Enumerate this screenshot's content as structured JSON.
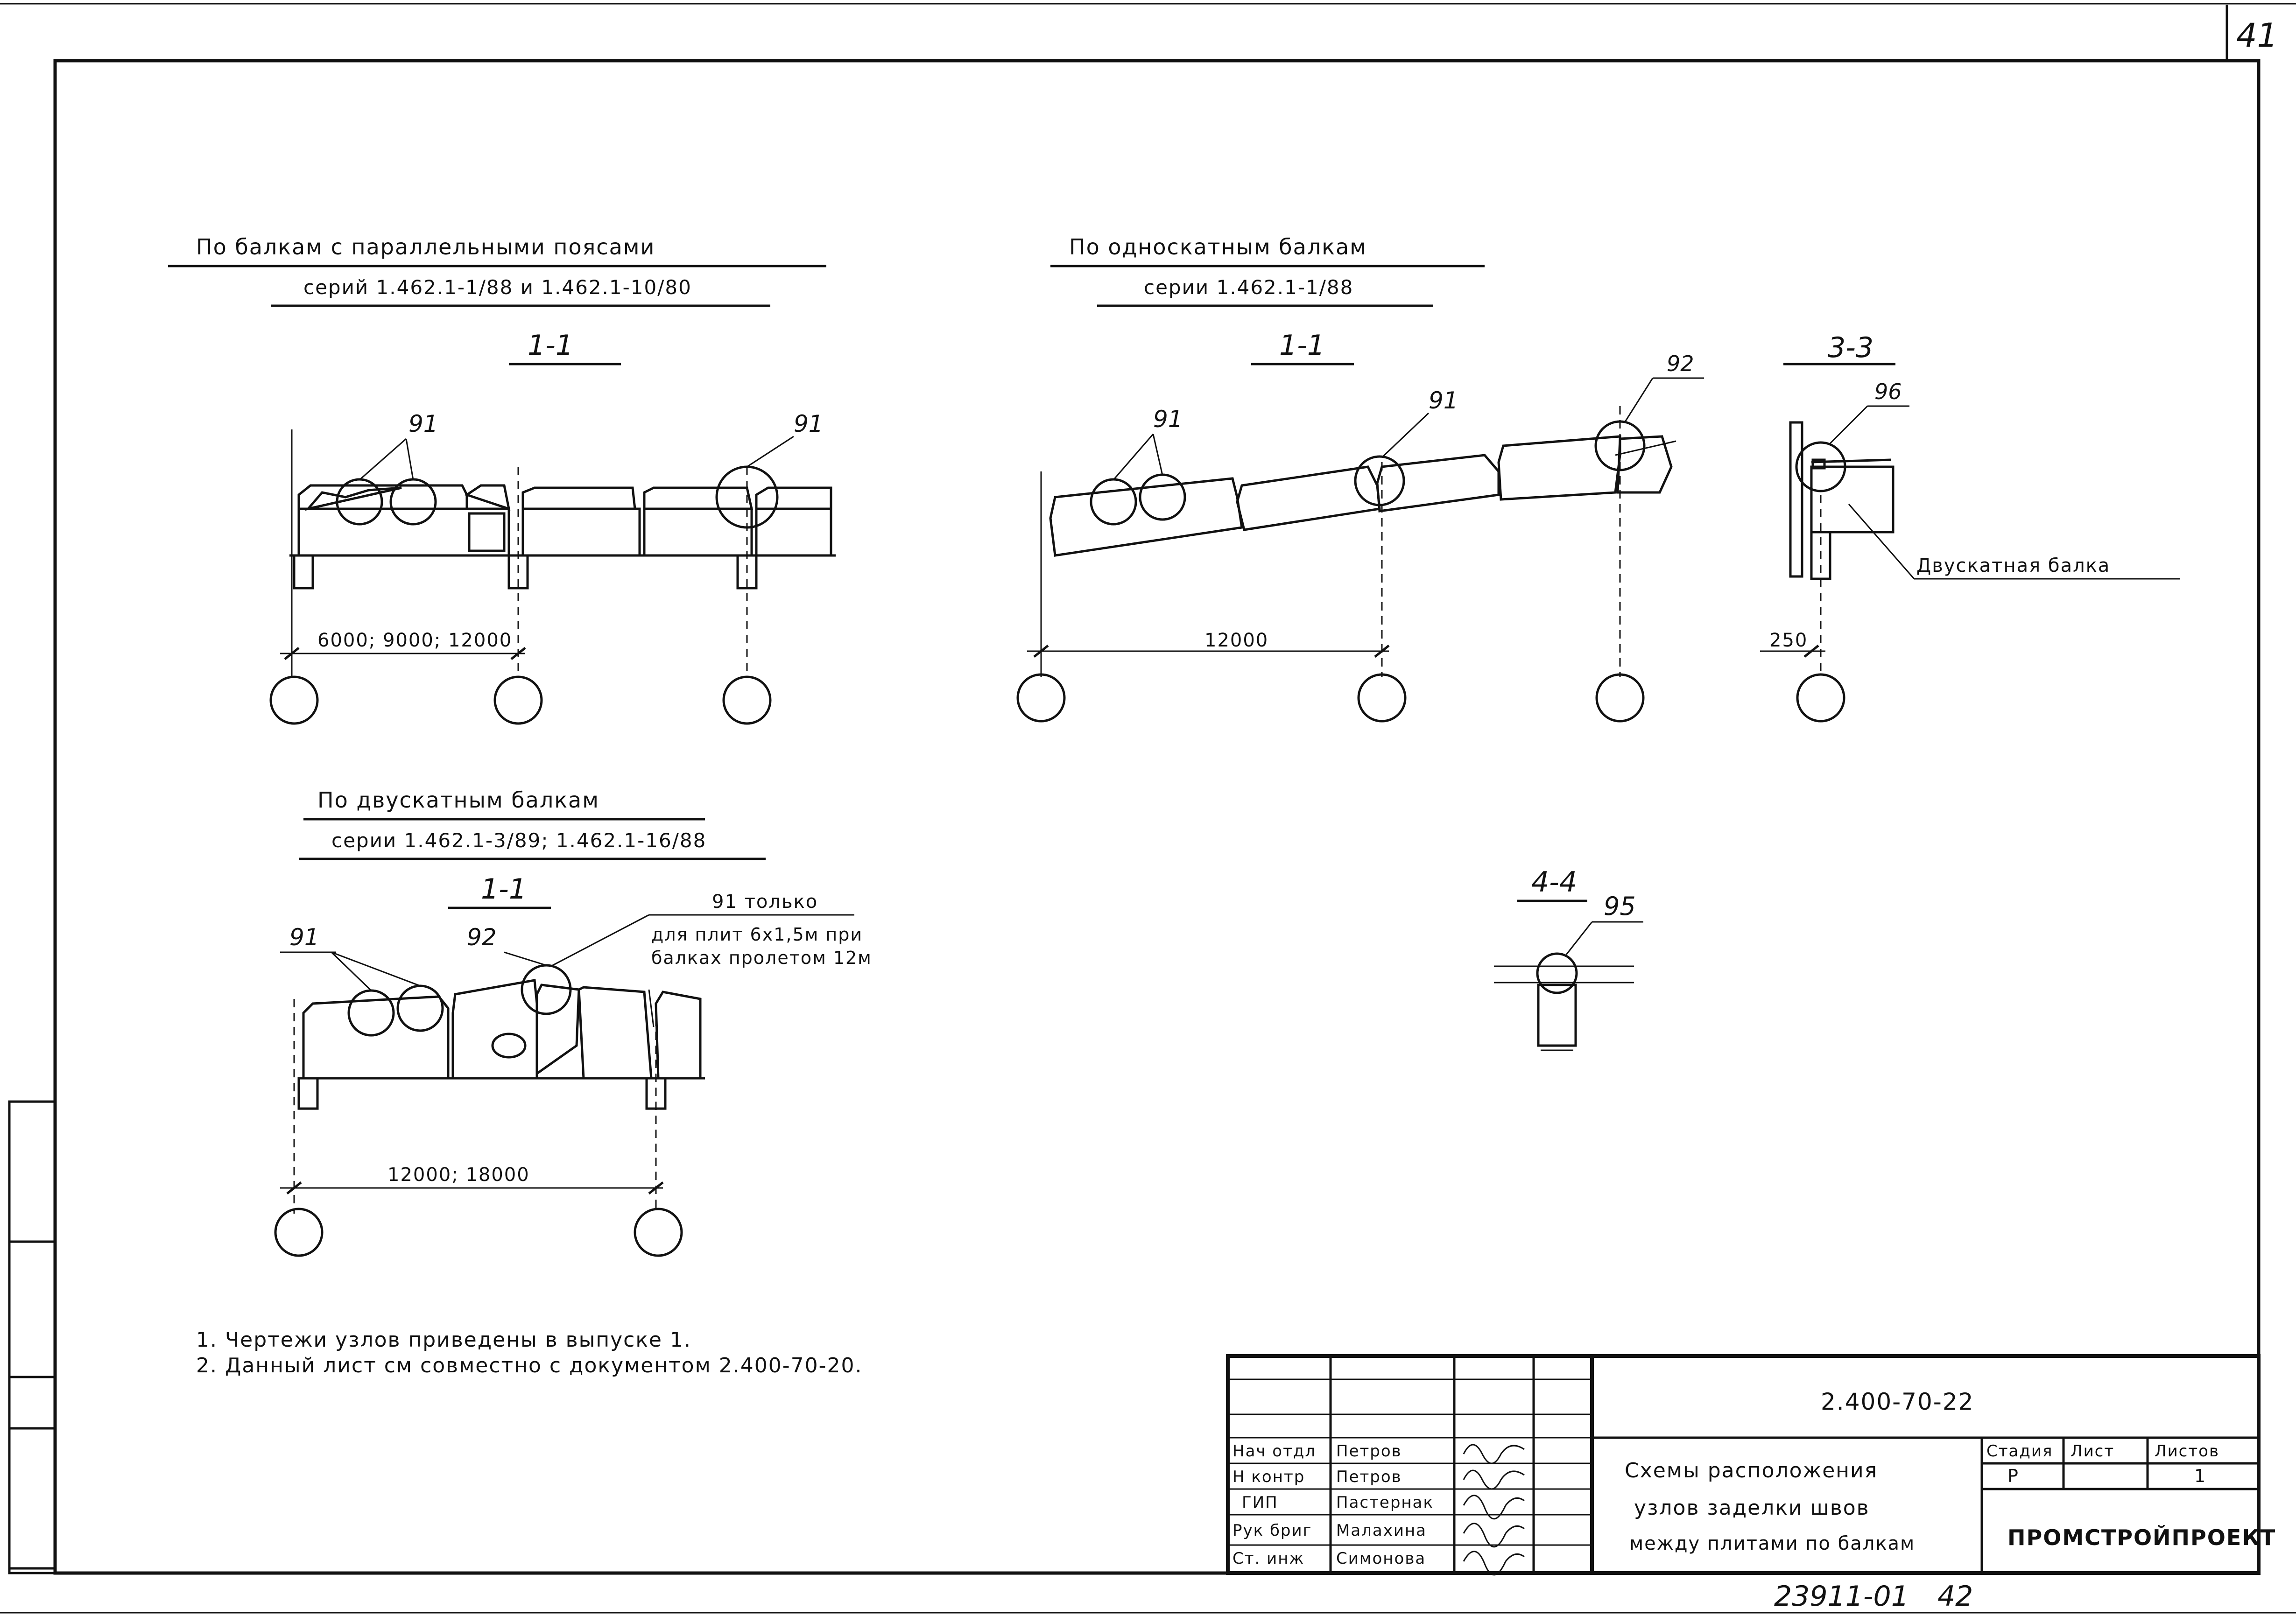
{
  "sheet": {
    "sheet_number_top": "41",
    "bottom_note": "23911-01",
    "bottom_page": "42"
  },
  "sections": {
    "parallel": {
      "title": "По балкам с параллельными поясами",
      "series": "серий 1.462.1-1/88 и 1.462.1-10/80",
      "cut": "1-1",
      "node_labels": [
        "91",
        "91"
      ],
      "span": "6000; 9000; 12000"
    },
    "single_slope": {
      "title": "По односкатным балкам",
      "series": "серии 1.462.1-1/88",
      "cut": "1-1",
      "node_labels": [
        "91",
        "91",
        "92"
      ],
      "span": "12000"
    },
    "section_3_3": {
      "cut": "3-3",
      "node_label": "96",
      "beam_label": "Двускатная балка",
      "offset": "250"
    },
    "double_slope": {
      "title": "По двускатным балкам",
      "series": "серии 1.462.1-3/89; 1.462.1-16/88",
      "cut": "1-1",
      "node_labels": [
        "91",
        "92"
      ],
      "note_title": "91 только",
      "note_line1": "для плит 6х1,5м при",
      "note_line2": "балках пролетом 12м",
      "span": "12000; 18000"
    },
    "section_4_4": {
      "cut": "4-4",
      "node_label": "95"
    }
  },
  "notes": [
    "1. Чертежи узлов приведены в выпуске 1.",
    "2. Данный лист см совместно с документом 2.400-70-20."
  ],
  "title_block": {
    "doc_code": "2.400-70-22",
    "roles": [
      "Нач отдл",
      "Н контр",
      "ГИП",
      "Рук бриг",
      "Ст. инж"
    ],
    "names": [
      "Петров",
      "Петров",
      "Пастернак",
      "Малахина",
      "Симонова"
    ],
    "title_line1": "Схемы расположения",
    "title_line2": "узлов заделки швов",
    "title_line3": "между плитами по балкам",
    "stage_header": "Стадия",
    "sheet_header": "Лист",
    "sheets_header": "Листов",
    "stage_value": "Р",
    "sheets_value": "1",
    "organization": "ПРОМСТРОЙПРОЕКТ"
  }
}
